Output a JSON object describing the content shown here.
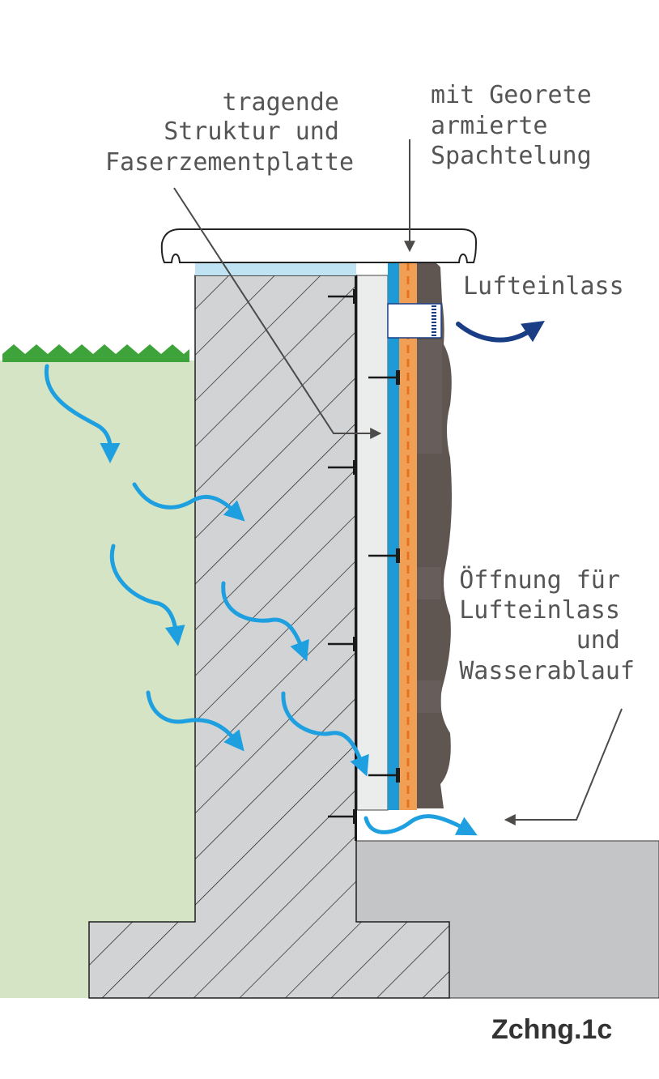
{
  "labels": {
    "structure": [
      "tragende",
      "Struktur und",
      "Faserzementplatte"
    ],
    "georete": [
      "mit Georete",
      "armierte",
      "Spachtelung"
    ],
    "air_inlet": "Lufteinlass",
    "opening": [
      "Öffnung für",
      "Lufteinlass",
      "und",
      "Wasserablauf"
    ],
    "figure_id": "Zchng.1c"
  },
  "colors": {
    "soil": "#d4e4c4",
    "grass": "#3ea33a",
    "concrete": "#d2d3d5",
    "hatch": "#1e1e1e",
    "ground_slab": "#c4c5c7",
    "capillary_layer": "#bfe3f3",
    "fiber_cement_board": "#ebecec",
    "waterproof_membrane": "#1e9ad6",
    "mortar": "#f29f56",
    "georete_mesh": "#e5731e",
    "stone_cladding": "#5f5652",
    "moisture_arrows": "#1ea0e0",
    "air_arrow": "#1a3e86",
    "leader_lines": "#4d4a4a"
  },
  "icons": {
    "moisture": "curved-arrow-icon",
    "anchor": "wall-anchor-icon",
    "vent": "ventilation-grille-icon"
  }
}
